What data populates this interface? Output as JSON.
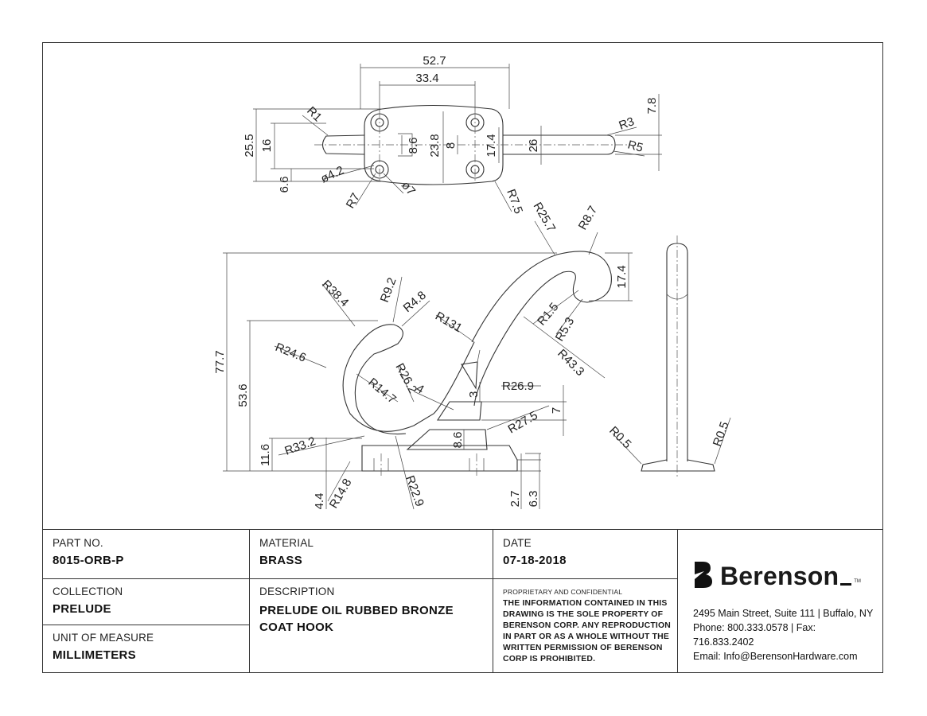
{
  "drawing": {
    "top_view_dims": [
      "52.7",
      "33.4",
      "25.5",
      "16",
      "6.6",
      "R1",
      "ø4.2",
      "R7",
      "ø7",
      "8.6",
      "23.8",
      "8",
      "17.4",
      "26",
      "R3",
      "R5",
      "7.8",
      "R7.5"
    ],
    "side_view_dims": [
      "R25.7",
      "R8.7",
      "17.4",
      "R38.4",
      "R9.2",
      "R4.8",
      "R131",
      "R1.5",
      "R5.3",
      "R43.3",
      "R24.6",
      "R14.7",
      "R26.2",
      "4",
      "3",
      "R26.9",
      "7",
      "R27.5",
      "77.7",
      "53.6",
      "11.6",
      "R33.2",
      "8.6",
      "4.4",
      "R14.8",
      "R22.9",
      "2.7",
      "6.3"
    ],
    "end_view_dims": [
      "R0.5",
      "R0.5"
    ]
  },
  "title_block": {
    "part_no": {
      "caption": "PART NO.",
      "value": "8015-ORB-P"
    },
    "material": {
      "caption": "MATERIAL",
      "value": "BRASS"
    },
    "date": {
      "caption": "DATE",
      "value": "07-18-2018"
    },
    "collection": {
      "caption": "COLLECTION",
      "value": "PRELUDE"
    },
    "unit_of_measure": {
      "caption": "UNIT OF MEASURE",
      "value": "MILLIMETERS"
    },
    "description": {
      "caption": "DESCRIPTION",
      "value": "PRELUDE OIL RUBBED BRONZE COAT HOOK"
    },
    "legal": {
      "caption": "PROPRIETARY AND CONFIDENTIAL",
      "text": "THE INFORMATION CONTAINED IN THIS DRAWING IS THE SOLE PROPERTY OF BERENSON CORP. ANY REPRODUCTION IN PART OR AS A WHOLE WITHOUT THE WRITTEN PERMISSION OF BERENSON CORP IS PROHIBITED."
    },
    "company": {
      "logo_text": "Berenson",
      "trademark": "TM",
      "address": "2495 Main Street, Suite 111 | Buffalo, NY",
      "phone_fax": "Phone: 800.333.0578 | Fax: 716.833.2402",
      "email": "Email: Info@BerensonHardware.com"
    }
  },
  "colors": {
    "line": "#333333",
    "text": "#1a1a1a",
    "background": "#ffffff"
  }
}
